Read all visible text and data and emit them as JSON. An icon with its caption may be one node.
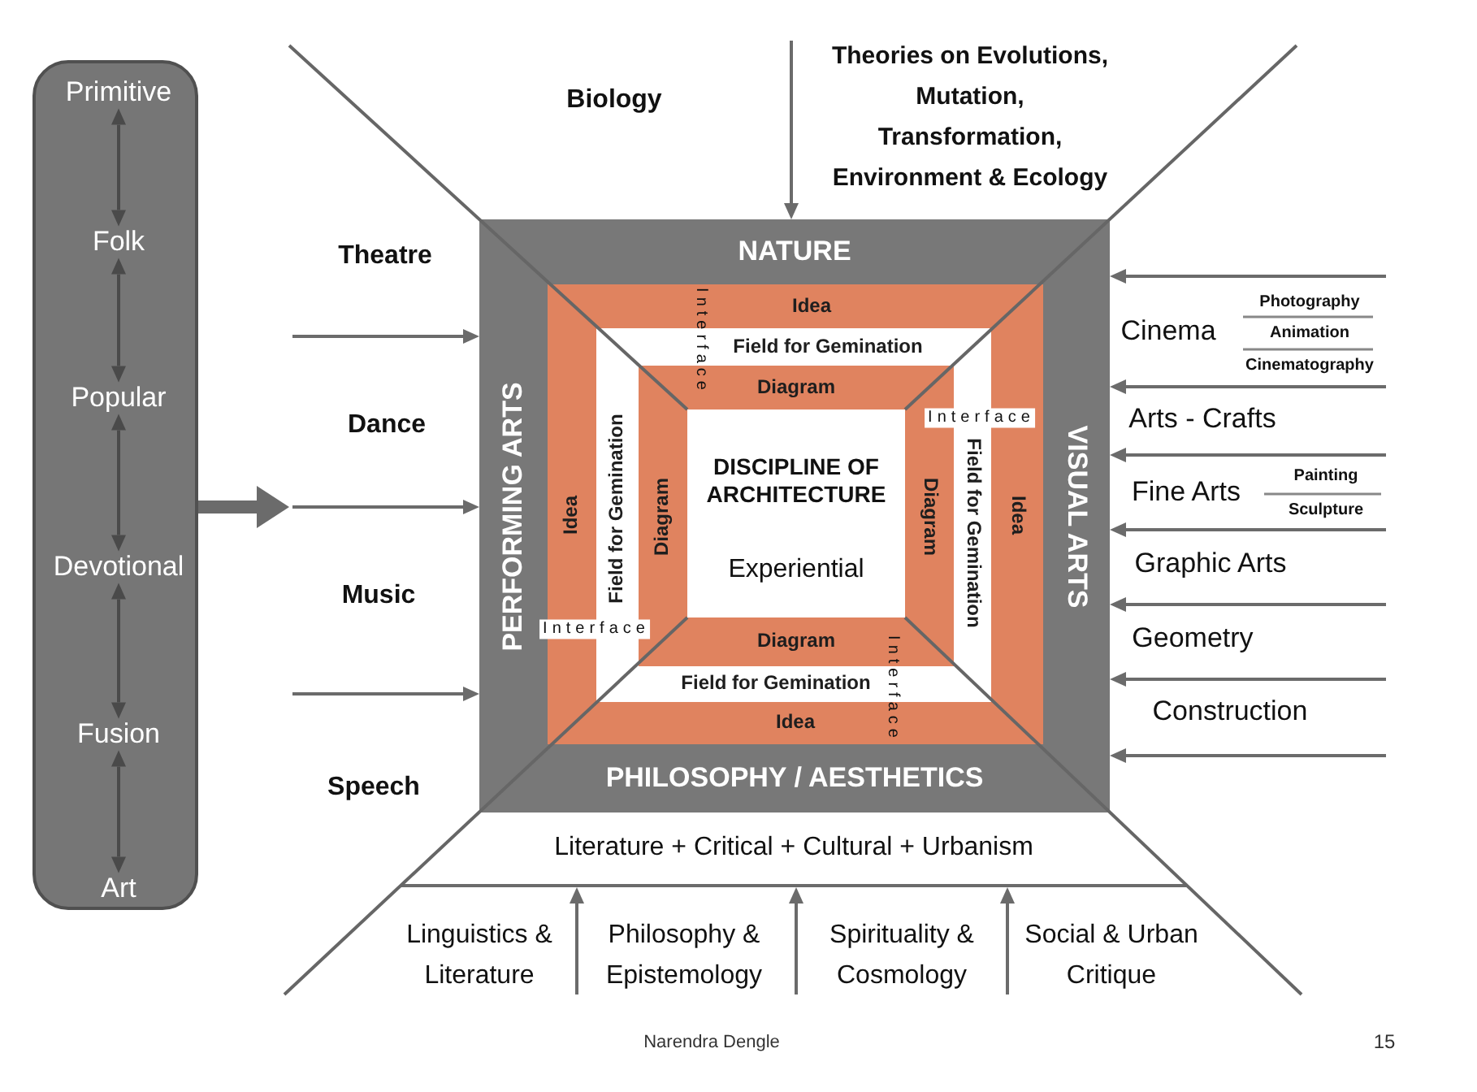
{
  "diagram": {
    "nodes": [
      {
        "text": [],
        "shape": "box"
      },
      {
        "text": [
          "Primitive"
        ],
        "in": 0
      },
      {
        "text": [
          "Folk"
        ],
        "in": 0
      },
      {
        "text": [
          "Popular"
        ],
        "in": 0
      },
      {
        "text": [
          "Devotional"
        ],
        "in": 0
      },
      {
        "text": [
          "Fusion"
        ],
        "in": 0
      },
      {
        "text": [
          "Art"
        ],
        "in": 0
      },
      {
        "text": [
          "NATURE",
          "PERFORMING ARTS",
          "VISUAL ARTS",
          "PHILOSOPHY / AESTHETICS"
        ]
      },
      {
        "text": [
          "Idea",
          "Idea",
          "Idea",
          "Idea"
        ],
        "in": 7
      },
      {
        "text": [
          "Field for Gemination",
          "Field for Gemination",
          "Field for Gemination",
          "Field for Gemination"
        ],
        "in": 8
      },
      {
        "text": [
          "Diagram",
          "Diagram",
          "Diagram",
          "Diagram"
        ],
        "in": 9
      },
      {
        "text": [
          "DISCIPLINE OF ARCHITECTURE",
          "Experiential"
        ],
        "in": 10
      },
      {
        "text": [
          "Literature + Critical + Cultural + Urbanism"
        ]
      }
    ],
    "edges": [
      {
        "from": 1,
        "to": 2,
        "arrow": "both",
        "color": "#4a4a4a"
      },
      {
        "from": 2,
        "to": 3,
        "arrow": "both",
        "color": "#4a4a4a"
      },
      {
        "from": 3,
        "to": 4,
        "arrow": "both",
        "color": "#4a4a4a"
      },
      {
        "from": 4,
        "to": 5,
        "arrow": "both",
        "color": "#4a4a4a"
      },
      {
        "from": 5,
        "to": 6,
        "arrow": "both",
        "color": "#4a4a4a"
      },
      {
        "from": 0,
        "to": null,
        "arrow": "to",
        "style": "thick"
      },
      {
        "from": null,
        "to": 7,
        "arrow": "to"
      },
      {
        "from": null,
        "to": 7,
        "arrow": "to"
      },
      {
        "from": null,
        "to": 7,
        "arrow": "to"
      },
      {
        "from": null,
        "to": 7,
        "arrow": "to"
      },
      {
        "from": null,
        "to": 7,
        "arrow": "to"
      },
      {
        "from": null,
        "to": 7,
        "arrow": "to"
      },
      {
        "from": null,
        "to": 7,
        "arrow": "to"
      },
      {
        "from": null,
        "to": 7,
        "arrow": "to"
      },
      {
        "from": null,
        "to": 7,
        "arrow": "to"
      },
      {
        "from": null,
        "to": 7,
        "arrow": "to"
      },
      {
        "from": null,
        "to": 7,
        "arrow": "to"
      },
      {
        "from": null,
        "to": 12,
        "arrow": "to"
      },
      {
        "from": null,
        "to": 12,
        "arrow": "to"
      },
      {
        "from": null,
        "to": 12,
        "arrow": "to"
      }
    ],
    "labels": [
      "Biology",
      "Theories on Evolutions, Mutation, Transformation, Environment & Ecology",
      "Theatre",
      "Dance",
      "Music",
      "Speech",
      "Interface",
      "Interface",
      "Interface",
      "Interface",
      "Cinema",
      "Photography",
      "Animation",
      "Cinematography",
      "Arts - Crafts",
      "Fine Arts",
      "Painting",
      "Sculpture",
      "Graphic Arts",
      "Geometry",
      "Construction",
      "Linguistics & Literature",
      "Philosophy & Epistemology",
      "Spirituality & Cosmology",
      "Social & Urban Critique",
      "Narendra Dengle",
      "15"
    ]
  }
}
